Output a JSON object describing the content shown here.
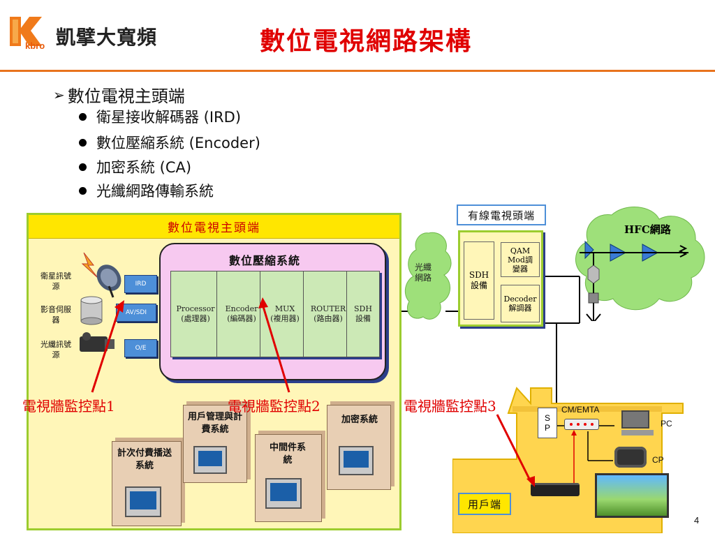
{
  "header": {
    "logo_text": "kbro",
    "company_name": "凱擘大寬頻",
    "title": "數位電視網路架構",
    "brand_color": "#e85a0a",
    "title_color": "#e00000"
  },
  "bullets": {
    "heading": "數位電視主頭端",
    "items": [
      "衛星接收解碼器 (IRD)",
      "數位壓縮系統 (Encoder)",
      "加密系統 (CA)",
      "光纖網路傳輸系統"
    ]
  },
  "headend": {
    "title": "數位電視主頭端",
    "compression_title": "數位壓縮系統",
    "sources": [
      "衛星訊號源",
      "影音伺服器",
      "光纖訊號源"
    ],
    "inputs": [
      "IRD",
      "AV/SDI",
      "O/E"
    ],
    "modules": [
      {
        "line1": "Processor",
        "line2": "(處理器)"
      },
      {
        "line1": "Encoder",
        "line2": "(編碼器)"
      },
      {
        "line1": "MUX",
        "line2": "(複用器)"
      },
      {
        "line1": "ROUTER",
        "line2": "(路由器)"
      },
      {
        "line1": "SDH",
        "line2": "設備"
      }
    ],
    "systems": {
      "billing": "計次付費播送系統",
      "user_mgmt": "用戶管理與計費系統",
      "middleware": "中間件系統",
      "encryption": "加密系統"
    }
  },
  "fiber_cloud": "光纖網路",
  "cable_headend": {
    "title": "有線電視頭端",
    "sdh": "SDH設備",
    "qam": "QAM Mod調變器",
    "decoder": "Decoder解調器"
  },
  "hfc": "HFC網路",
  "home": {
    "label": "用戶端",
    "sp": "S\nP",
    "cm_emta": "CM/EMTA",
    "pc": "PC",
    "cp": "CP"
  },
  "monitors": [
    "電視牆監控點1",
    "電視牆監控點2",
    "電視牆監控點3"
  ],
  "page_number": "4",
  "colors": {
    "headend_bg": "#fff6b8",
    "headend_border": "#9ccc2e",
    "compression_bg": "#f7c9f0",
    "module_bg": "#cce9b6",
    "input_blue": "#4d8fd8",
    "cloud_green": "#9ee07a",
    "annotation_red": "#e00000",
    "house_yellow": "#ffd54f"
  }
}
